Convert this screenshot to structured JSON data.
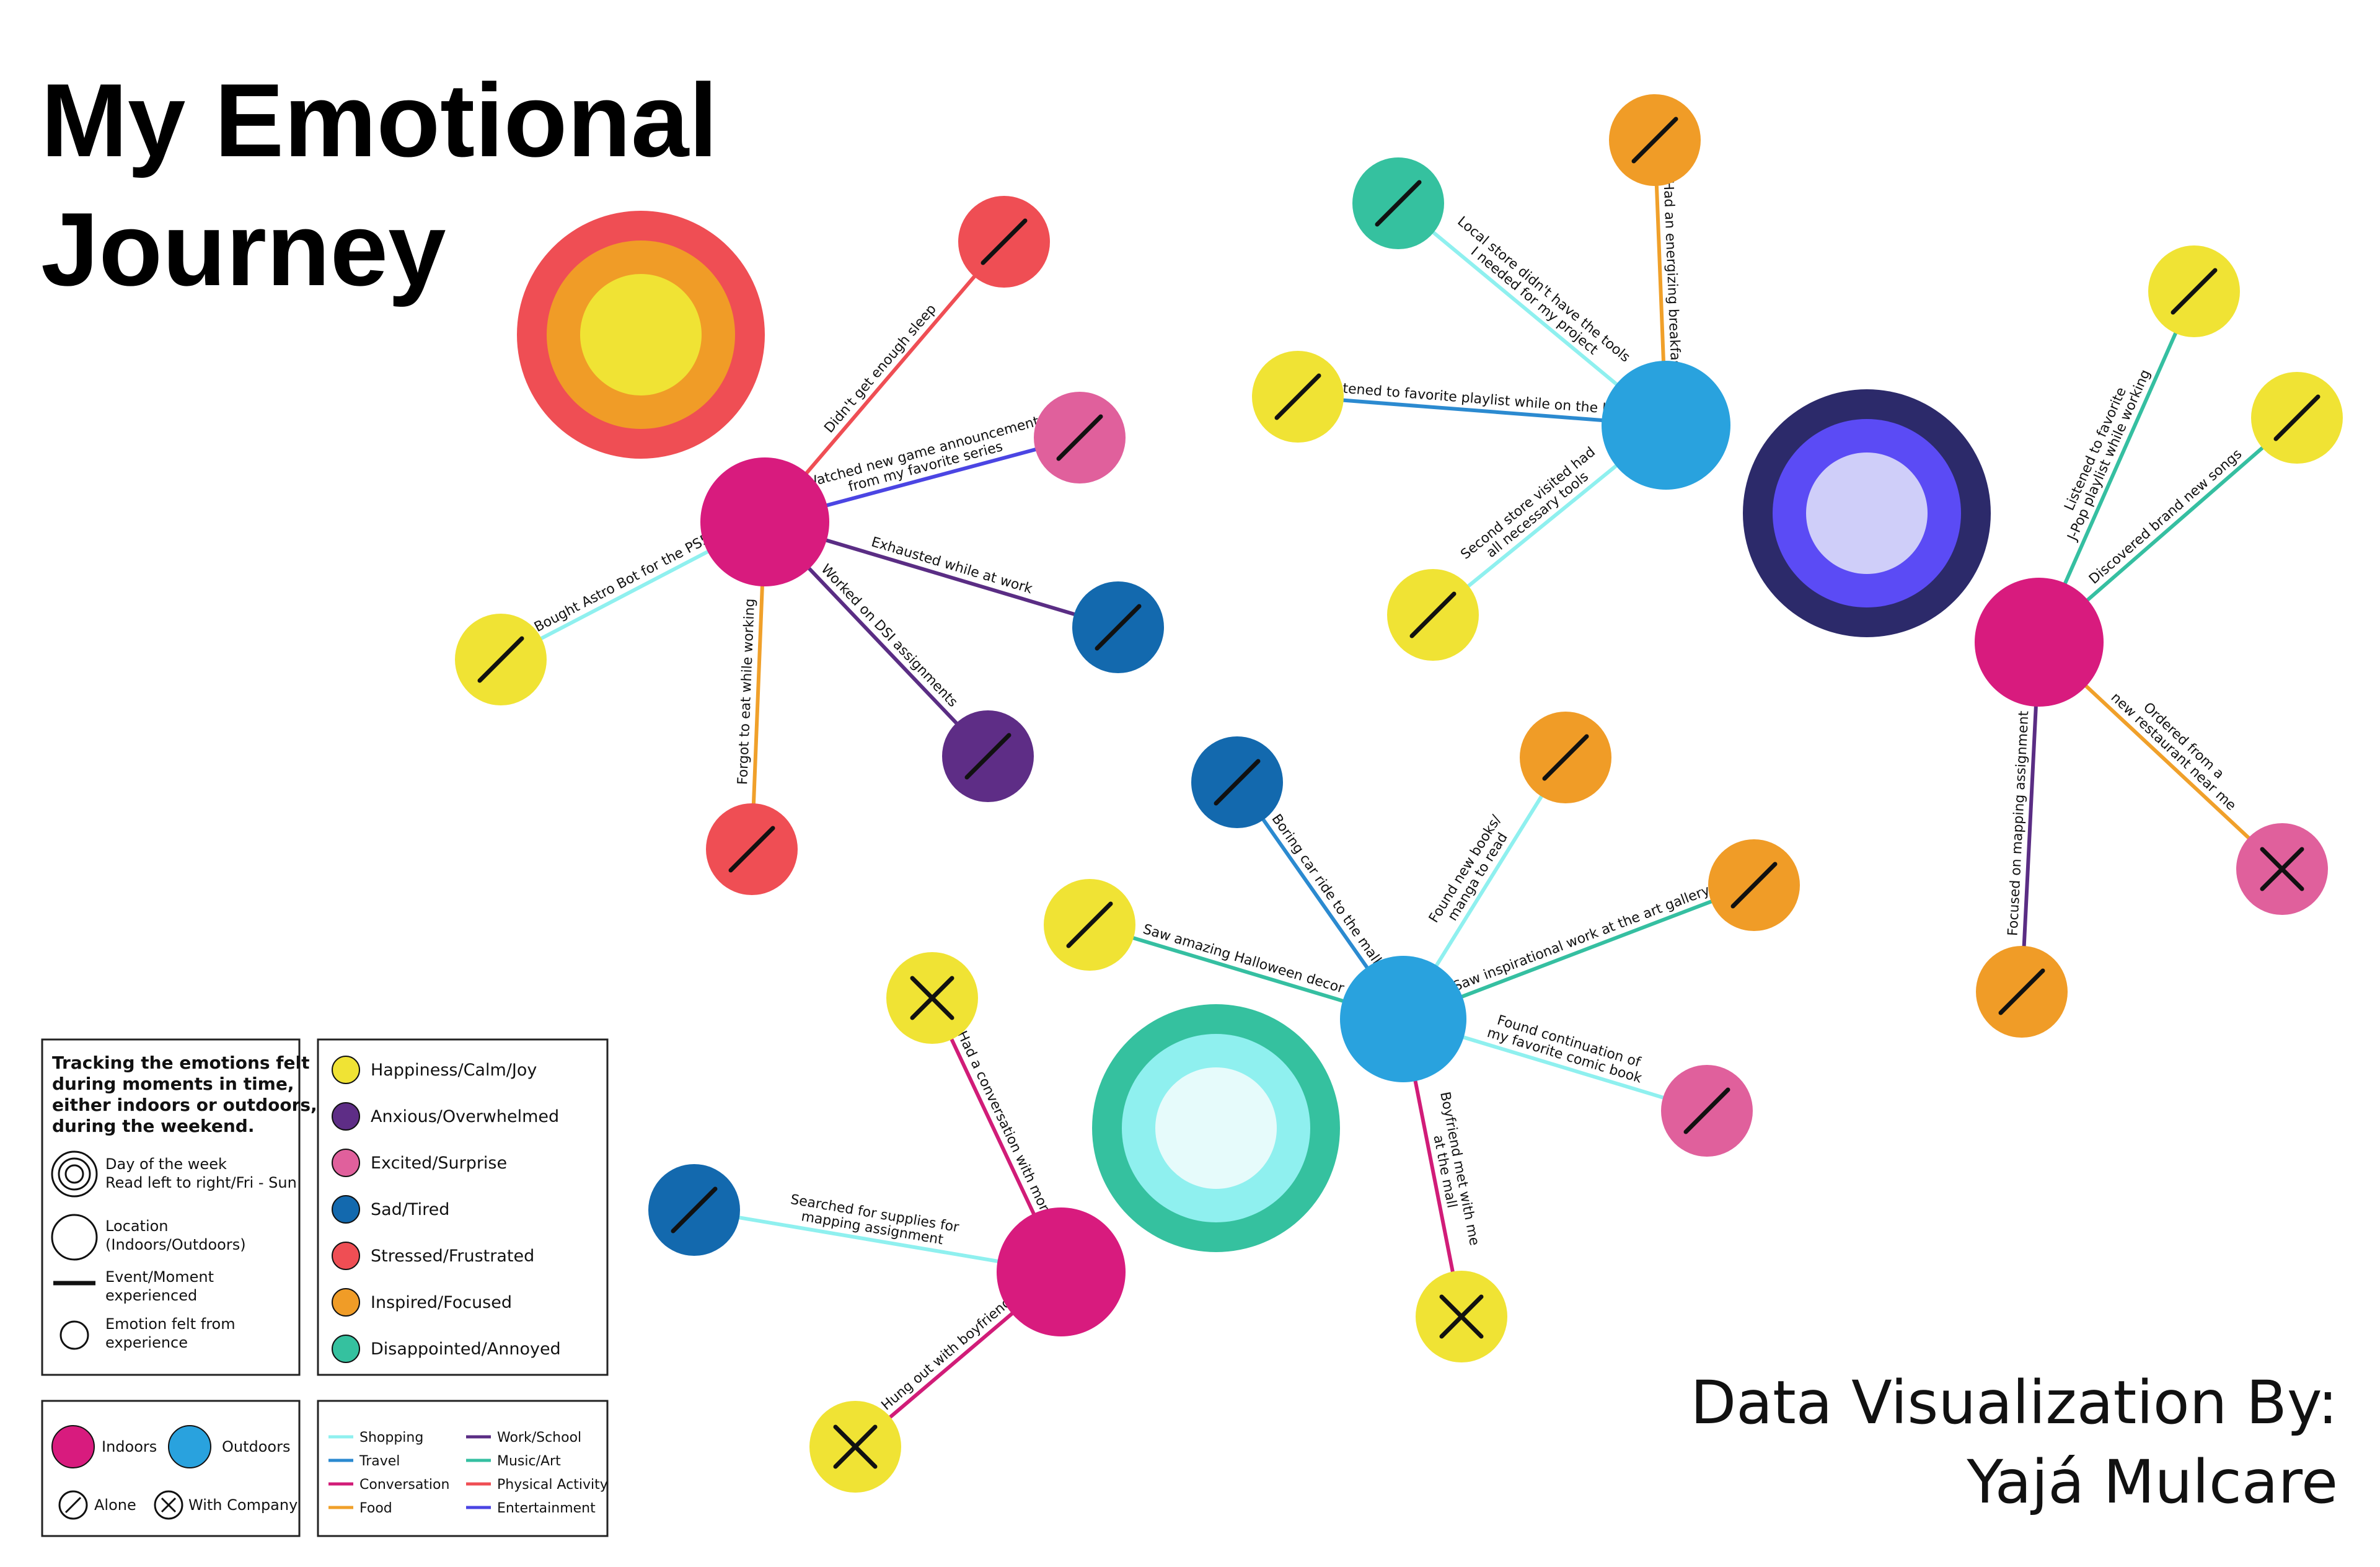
{
  "title_line1": "My Emotional",
  "title_line2": "Journey",
  "credit_line1": "Data Visualization By:",
  "credit_line2": "Yajá Mulcare",
  "emotions": {
    "joy": {
      "label": "Happiness/Calm/Joy",
      "color": "#F0E334"
    },
    "anxious": {
      "label": "Anxious/Overwhelmed",
      "color": "#5E2D86"
    },
    "excited": {
      "label": "Excited/Surprise",
      "color": "#E0609C"
    },
    "sad": {
      "label": "Sad/Tired",
      "color": "#1369AE"
    },
    "stressed": {
      "label": "Stressed/Frustrated",
      "color": "#EF4E54"
    },
    "inspired": {
      "label": "Inspired/Focused",
      "color": "#F09C27"
    },
    "disappointed": {
      "label": "Disappointed/Annoyed",
      "color": "#35C19F"
    }
  },
  "categories": {
    "shopping": {
      "label": "Shopping",
      "color": "#8FF0EF"
    },
    "travel": {
      "label": "Travel",
      "color": "#2B8AD0"
    },
    "conversation": {
      "label": "Conversation",
      "color": "#D11C78"
    },
    "food": {
      "label": "Food",
      "color": "#F0A02A"
    },
    "work": {
      "label": "Work/School",
      "color": "#5A2D84"
    },
    "music": {
      "label": "Music/Art",
      "color": "#35BFA1"
    },
    "physical": {
      "label": "Physical Activity",
      "color": "#EF4E54"
    },
    "entertainment": {
      "label": "Entertainment",
      "color": "#4B45E3"
    }
  },
  "locations": {
    "indoors": {
      "label": "Indoors",
      "color": "#D81B7E"
    },
    "outdoors": {
      "label": "Outdoors",
      "color": "#29A2DE"
    }
  },
  "company_labels": {
    "alone": "Alone",
    "company": "With Company"
  },
  "legend": {
    "intro": [
      "Tracking the emotions felt",
      "during moments in time,",
      "either indoors or outdoors,",
      "during the weekend."
    ],
    "day_label": [
      "Day of the week",
      "Read left to right/Fri - Sun"
    ],
    "location_label": [
      "Location",
      "(Indoors/Outdoors)"
    ],
    "event_label": [
      "Event/Moment",
      "experienced"
    ],
    "emotion_label": [
      "Emotion felt from",
      "experience"
    ]
  },
  "days": [
    {
      "name": "friday",
      "rings": [
        "#EF4E54",
        "#F09C27",
        "#F0E334"
      ]
    },
    {
      "name": "saturday",
      "rings": [
        "#2C2A6A",
        "#5B4BF5",
        "#CFCEF9"
      ]
    },
    {
      "name": "sunday",
      "rings": [
        "#35C19F",
        "#8FF0EF",
        "#E6FBFB"
      ]
    }
  ],
  "hubs": [
    {
      "name": "friday-indoors",
      "location": "indoors",
      "events": [
        {
          "label": [
            "Didn't get enough sleep"
          ],
          "category": "physical",
          "emotion": "stressed",
          "company": "alone"
        },
        {
          "label": [
            "Watched new game announcement",
            "from my favorite series"
          ],
          "category": "entertainment",
          "emotion": "excited",
          "company": "alone"
        },
        {
          "label": [
            "Exhausted while at work"
          ],
          "category": "work",
          "emotion": "sad",
          "company": "alone"
        },
        {
          "label": [
            "Worked on DSI assignments"
          ],
          "category": "work",
          "emotion": "anxious",
          "company": "alone"
        },
        {
          "label": [
            "Forgot to eat while working"
          ],
          "category": "food",
          "emotion": "stressed",
          "company": "alone"
        },
        {
          "label": [
            "Bought Astro Bot for the PS5"
          ],
          "category": "shopping",
          "emotion": "joy",
          "company": "alone"
        }
      ]
    },
    {
      "name": "saturday-outdoors",
      "location": "outdoors",
      "events": [
        {
          "label": [
            "Had an energizing breakfast"
          ],
          "category": "food",
          "emotion": "inspired",
          "company": "alone"
        },
        {
          "label": [
            "Local store didn't have the tools",
            "I needed for my project"
          ],
          "category": "shopping",
          "emotion": "disappointed",
          "company": "alone"
        },
        {
          "label": [
            "Listened to favorite playlist while on the bus"
          ],
          "category": "travel",
          "emotion": "joy",
          "company": "alone"
        },
        {
          "label": [
            "Second store visited had",
            "all necessary tools"
          ],
          "category": "shopping",
          "emotion": "joy",
          "company": "alone"
        }
      ]
    },
    {
      "name": "saturday-indoors",
      "location": "indoors",
      "events": [
        {
          "label": [
            "Listened to favorite",
            "J-Pop playlist while working"
          ],
          "category": "music",
          "emotion": "joy",
          "company": "alone"
        },
        {
          "label": [
            "Discovered brand new songs"
          ],
          "category": "music",
          "emotion": "joy",
          "company": "alone"
        },
        {
          "label": [
            "Ordered from a",
            "new restaurant near me"
          ],
          "category": "food",
          "emotion": "excited",
          "company": "company"
        },
        {
          "label": [
            "Focused on mapping assignment"
          ],
          "category": "work",
          "emotion": "inspired",
          "company": "alone"
        }
      ]
    },
    {
      "name": "sunday-outdoors",
      "location": "outdoors",
      "events": [
        {
          "label": [
            "Boring car ride to the mall"
          ],
          "category": "travel",
          "emotion": "sad",
          "company": "alone"
        },
        {
          "label": [
            "Found new books/",
            "manga to read"
          ],
          "category": "shopping",
          "emotion": "inspired",
          "company": "alone"
        },
        {
          "label": [
            "Saw inspirational work at the art gallery"
          ],
          "category": "music",
          "emotion": "inspired",
          "company": "alone"
        },
        {
          "label": [
            "Found continuation of",
            "my favorite comic book"
          ],
          "category": "shopping",
          "emotion": "excited",
          "company": "alone"
        },
        {
          "label": [
            "Boyfriend met with me",
            "at the mall"
          ],
          "category": "conversation",
          "emotion": "joy",
          "company": "company"
        },
        {
          "label": [
            "Saw amazing Halloween decor"
          ],
          "category": "music",
          "emotion": "joy",
          "company": "alone"
        }
      ]
    },
    {
      "name": "sunday-indoors",
      "location": "indoors",
      "events": [
        {
          "label": [
            "Had a conversation with mom"
          ],
          "category": "conversation",
          "emotion": "joy",
          "company": "company"
        },
        {
          "label": [
            "Searched for supplies for",
            "mapping assignment"
          ],
          "category": "shopping",
          "emotion": "sad",
          "company": "alone"
        },
        {
          "label": [
            "Hung out with boyfriend"
          ],
          "category": "conversation",
          "emotion": "joy",
          "company": "company"
        }
      ]
    }
  ]
}
